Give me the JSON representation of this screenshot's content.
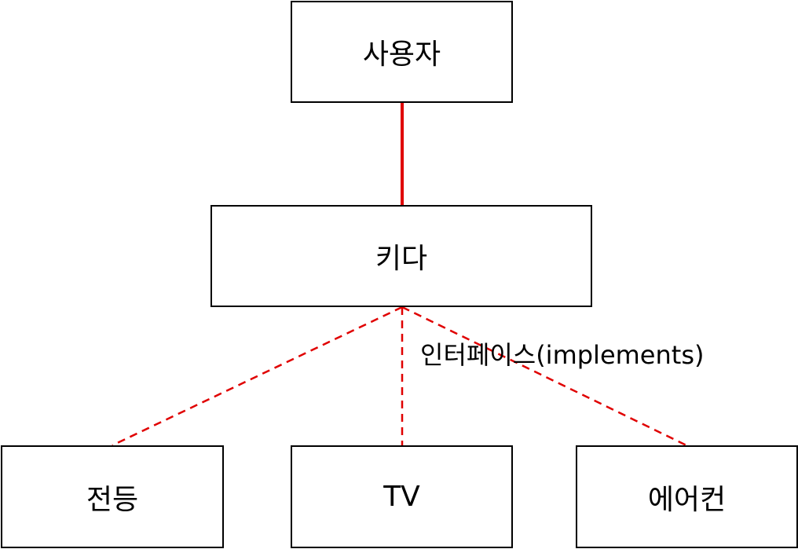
{
  "colors": {
    "edge": "#e00000",
    "border": "#000000",
    "background": "#ffffff"
  },
  "nodes": {
    "user": "사용자",
    "kida": "키다",
    "lamp": "전등",
    "tv": "TV",
    "aircon": "에어컨"
  },
  "edge_label": "인터페이스(implements)"
}
